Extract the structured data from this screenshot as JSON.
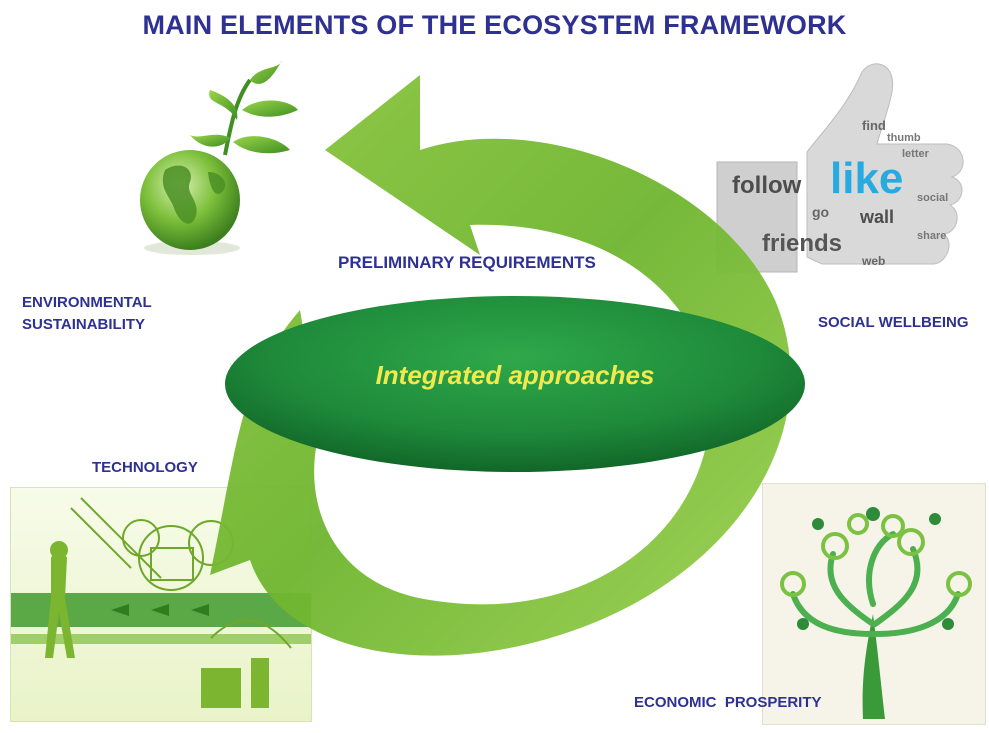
{
  "title": "MAIN ELEMENTS OF THE ECOSYSTEM FRAMEWORK",
  "center": "Integrated approaches",
  "labels": {
    "preliminary": "PRELIMINARY REQUIREMENTS",
    "environmental_line1": "ENVIRONMENTAL",
    "environmental_line2": "SUSTAINABILITY",
    "social": "SOCIAL WELLBEING",
    "technology": "TECHNOLOGY",
    "economic": "ECONOMIC  PROSPERITY"
  },
  "social_words": [
    "follow",
    "like",
    "friends",
    "wall",
    "find",
    "web",
    "go",
    "thumb",
    "letter",
    "social",
    "share"
  ],
  "colors": {
    "title": "#2e3192",
    "arrow": "#8cc63f",
    "ellipse": "#1e8a3a",
    "center_text": "#f2e94e"
  },
  "icons": {
    "environmental": "earth-globe-with-sprout-icon",
    "social": "thumbs-up-word-cloud-icon",
    "technology": "green-technology-collage-icon",
    "economic": "green-tree-icon"
  }
}
